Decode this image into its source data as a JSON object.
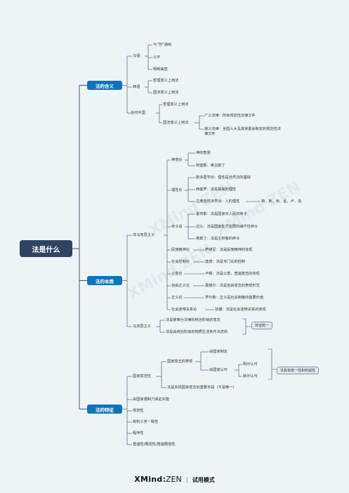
{
  "root": "法是什么",
  "main": {
    "meaning": "法的含义",
    "essence": "法的本质",
    "features": "法的特征"
  },
  "meaning": {
    "chinese": "汉语",
    "chinese_items": [
      "与“刑”通用",
      "公平",
      "明断曲直"
    ],
    "western": "西语",
    "western_items": [
      "哲理意义上用法",
      "国法意义上用法"
    ],
    "modern": "当代中国",
    "modern_items": [
      "哲理意义上用法",
      "国法意义上用法"
    ],
    "broad": "广义法律：所有规范性法律文件",
    "narrow": "狭义法律：全国人大及其常委会制定的规范性法律文件"
  },
  "essence": {
    "non_marx": "非马克思主义",
    "divine": "神意论",
    "divine_items": [
      "神的智慧",
      "阿奎那、奥古斯丁"
    ],
    "reason": "理性论",
    "reason_items": [
      "斯多葛学派：理性是自然法的基础",
      "西塞罗：法是最高的理性",
      "古典自然法学派：人的理性"
    ],
    "reason_names": "荷、斯、布、孟、卢、洛",
    "command": "命令说",
    "command_items": [
      "霍布斯：法是国家对人民的命令",
      "边沁：法是国家处罚犯罪的威吓性命令",
      "奥斯丁：法是主权者的命令"
    ],
    "spirit": "民族精神论",
    "spirit_val": "萨维尼：法是民族精神的体现",
    "control": "社会控制论",
    "control_val": "庞德：法是专门化的控制",
    "general": "公意论",
    "general_val": "卢梭：法是公意、普遍意志的体现",
    "freedom": "自由正义论",
    "freedom_val": "黑格尔：法是自由意志的表现形式",
    "justice": "正义论",
    "justice_val": "罗尔斯：正义是社会制度的首要价值",
    "solidarity": "社会连带关系论",
    "solidarity_val": "狄骥：法是社会连带关系的体现",
    "marx": "马克思主义",
    "marx_items": [
      "法是被奉为法律的统治阶级的意志",
      "法是由统治阶级的物质生活条件决定的"
    ],
    "dialectic": "辩证统一"
  },
  "features": {
    "state_will": "国家意志性",
    "state_norm": "国家意志的表现",
    "made": "由国家制定",
    "recognized": "由国家认可",
    "explicit": "明示认可",
    "implicit": "默示认可",
    "unique": "法具有统一性和权威性",
    "means": "法是实现国家意志的重要手段（不是唯一）",
    "others": [
      "由国家强制力保证实施",
      "规范性",
      "权利义务一致性",
      "程序性",
      "普遍性/概括性/普遍概括性"
    ]
  },
  "watermark": "XMind ZEN",
  "footer": {
    "brand": "XMind",
    "product": "ZEN",
    "mode": "试用模式"
  },
  "colors": {
    "root": "#2e4460",
    "main": "#0f74b8",
    "background": "#eef3f6",
    "line": "#2c4a66"
  }
}
